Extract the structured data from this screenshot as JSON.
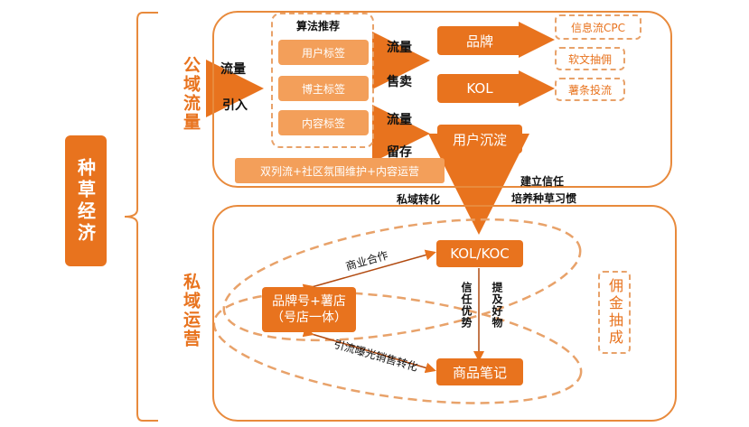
{
  "colors": {
    "accent": "#e8731e",
    "light": "#f39f5a",
    "dashed": "#e8a26a"
  },
  "root": "种草经济",
  "public": {
    "side_label": "公域流量",
    "inflow_label": "流量",
    "inflow_label2": "引入",
    "algo_title": "算法推荐",
    "tags": [
      "用户标签",
      "博主标签",
      "内容标签"
    ],
    "sell_label1": "流量",
    "sell_label2": "售卖",
    "keep_label1": "流量",
    "keep_label2": "留存",
    "brand": "品牌",
    "kol": "KOL",
    "user_retain": "用户沉淀",
    "cpc": "信息流CPC",
    "commission": "软文抽佣",
    "boost": "薯条投流",
    "bottom_bar": "双列流+社区氛围维护+内容运营"
  },
  "transition": {
    "left": "私域转化",
    "right_line1": "建立信任",
    "right_line2": "培养种草习惯"
  },
  "private": {
    "side_label": "私域运营",
    "kol_koc": "KOL/KOC",
    "brand_store_line1": "品牌号+薯店",
    "brand_store_line2": "（号店一体）",
    "note": "商品笔记",
    "biz_coop": "商业合作",
    "trust": "信任优势",
    "goods": "提及好物",
    "traffic": "引流曝光销售转化",
    "commission": "佣金抽成"
  }
}
